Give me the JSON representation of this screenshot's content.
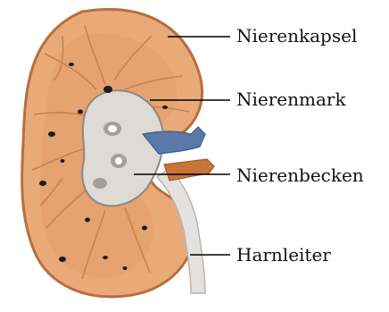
{
  "diagram": {
    "labels": [
      {
        "text": "Nierenkapsel"
      },
      {
        "text": "Nierenmark"
      },
      {
        "text": "Nierenbecken"
      },
      {
        "text": "Harnleiter"
      }
    ]
  },
  "colors": {
    "capsule_outline": "#b86f3c",
    "cortex": "#e9aa7a",
    "cortex_shade": "#d89058",
    "pyramid_line": "#c98350",
    "pelvis": "#dedad6",
    "pelvis_shadow": "#8d8782",
    "vein": "#5a78a8",
    "artery": "#c9743a",
    "ureter": "#e4e2e0",
    "dark_spots": "#1c1c1c",
    "leader_line": "#000000"
  }
}
